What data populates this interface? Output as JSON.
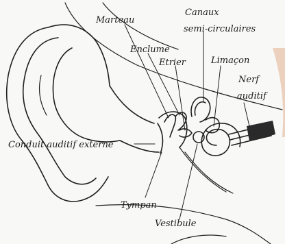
{
  "labels": {
    "marteau": "Marteau",
    "canaux_line1": "Canaux",
    "canaux_line2": "semi-circulaires",
    "enclume": "Enclume",
    "etrier": "Etrier",
    "limacon": "Limaçon",
    "nerf_line1": "Nerf",
    "nerf_line2": "auditif",
    "conduit": "Conduit auditif externe",
    "tympan": "Tympan",
    "vestibule": "Vestibule"
  },
  "colors": {
    "background": "#f8f8f6",
    "ink": "#1f1f1f",
    "skin_tint": "#e3b89a"
  }
}
